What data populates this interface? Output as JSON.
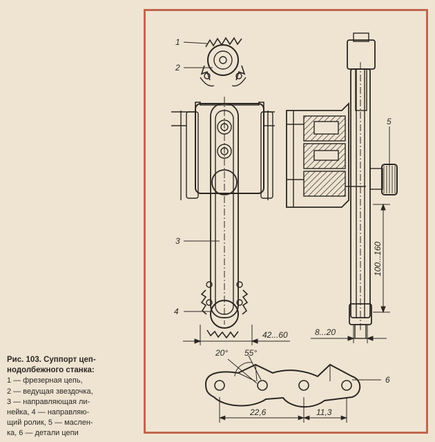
{
  "figure": {
    "labels": {
      "l1": "1",
      "l2": "2",
      "l3": "3",
      "l4": "4",
      "l5": "5",
      "l6": "6"
    },
    "dimensions": {
      "width_front": "42...60",
      "width_side": "8...20",
      "height_side": "100...160",
      "pitch": "22,6",
      "tooth_width": "11,3",
      "angle_1": "20°",
      "angle_2": "55°"
    }
  },
  "caption": {
    "title_line1": "Рис. 103. Суппорт цеп-",
    "title_line2": "нодолбежного станка:",
    "lines": [
      "1 — фрезерная цепь,",
      "2 — ведущая звездочка,",
      "3 — направляющая ли-",
      "нейка, 4 — направляю-",
      "щий ролик, 5 — маслен-",
      "ка, 6 — детали цепи"
    ]
  },
  "colors": {
    "paper": "#efe4d2",
    "frame": "#c0664f",
    "ink": "#2b2622"
  }
}
